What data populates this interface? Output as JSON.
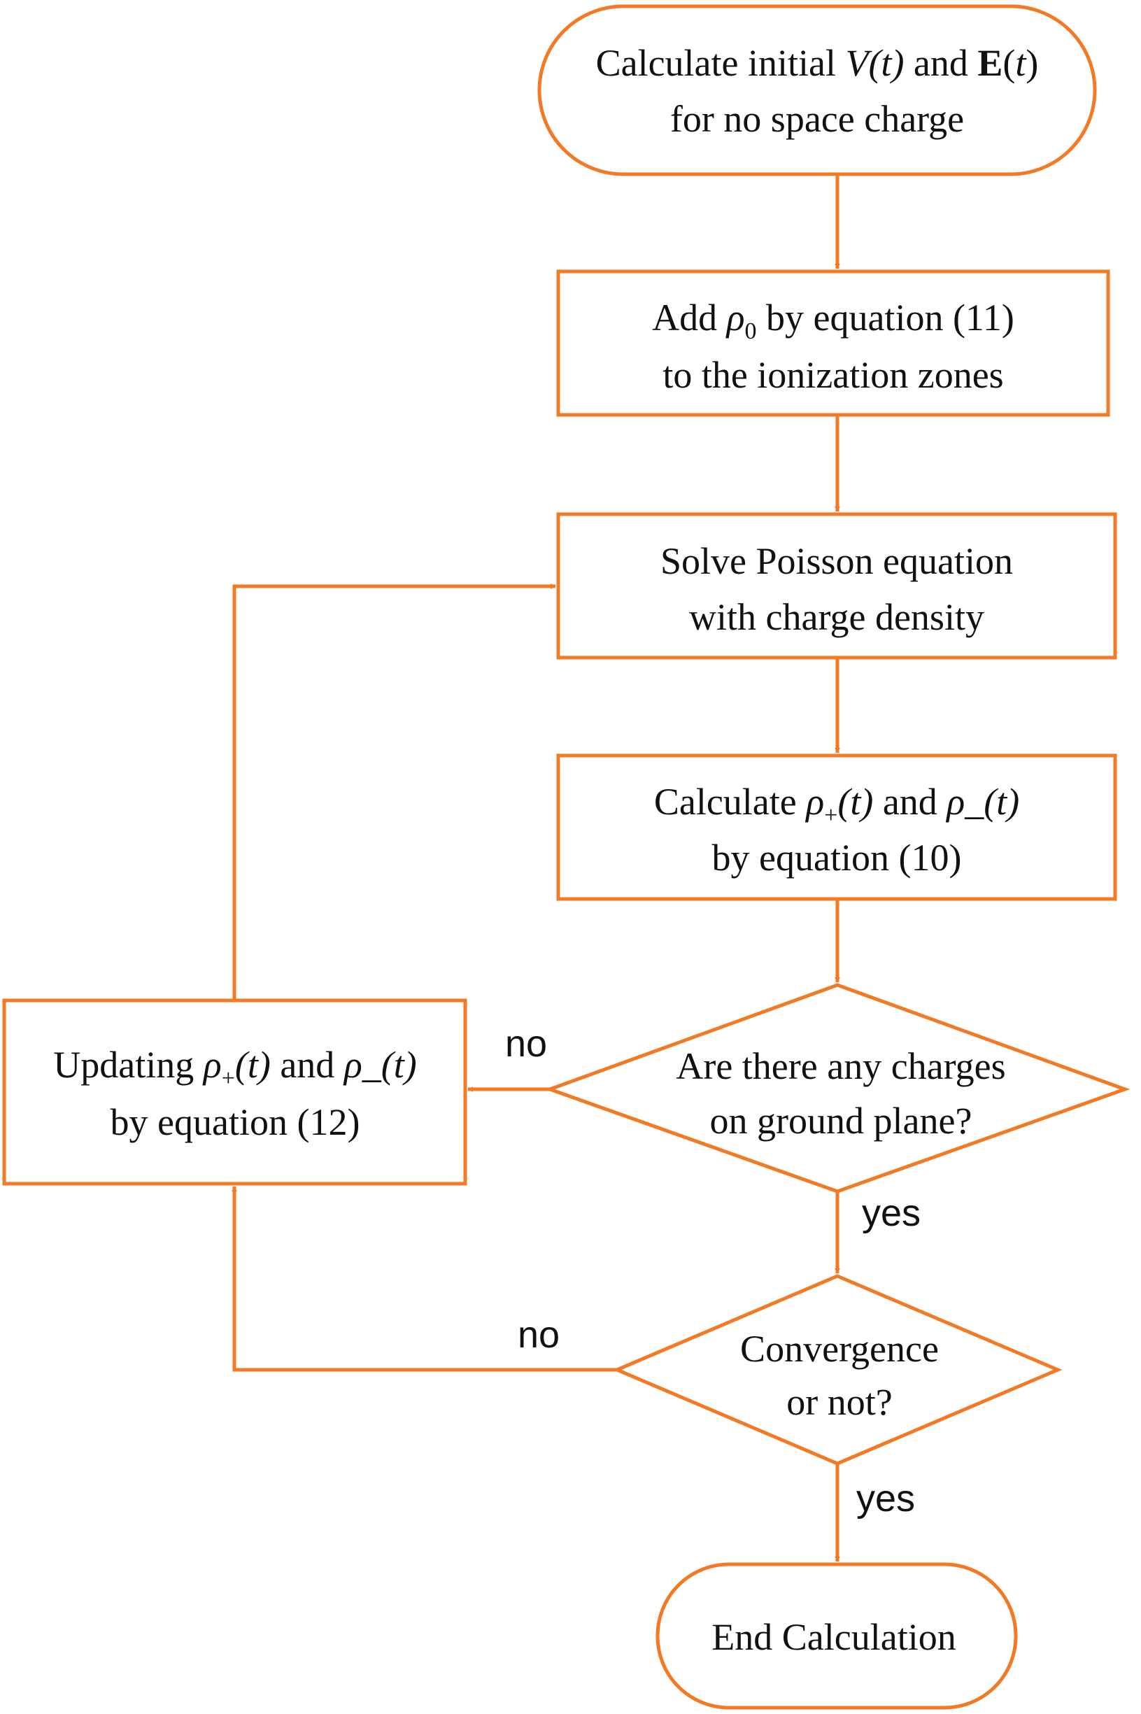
{
  "colors": {
    "accent": "#f37a25",
    "text": "#111111",
    "background": "#ffffff"
  },
  "nodes": {
    "start": {
      "line1": {
        "a": "Calculate initial ",
        "b": "V(t)",
        "c": " and ",
        "d": "E",
        "e": "(",
        "f": "t",
        "g": ")"
      },
      "line2": "for no space charge"
    },
    "add_rho": {
      "line1": {
        "a": "Add ",
        "b": "ρ",
        "c": "0",
        "d": " by equation (11)"
      },
      "line2": "to the ionization zones"
    },
    "solve": {
      "line1": "Solve Poisson equation",
      "line2": "with charge density"
    },
    "calc_rho": {
      "line1": {
        "a": "Calculate ",
        "b": "ρ",
        "c": "+",
        "d": "(t)",
        "e": " and ",
        "f": "ρ",
        "g": "_(t)"
      },
      "line2": "by equation (10)"
    },
    "update": {
      "line1": {
        "a": "Updating ",
        "b": "ρ",
        "c": "+",
        "d": "(t)",
        "e": " and ",
        "f": "ρ",
        "g": "_(t)"
      },
      "line2": "by equation (12)"
    },
    "decision_charges": {
      "line1": "Are there any charges",
      "line2": "on ground plane?"
    },
    "decision_convergence": {
      "line1": "Convergence",
      "line2": "or not?"
    },
    "end": {
      "label": "End Calculation"
    }
  },
  "edge_labels": {
    "charges_no": "no",
    "charges_yes": "yes",
    "convergence_no": "no",
    "convergence_yes": "yes"
  }
}
